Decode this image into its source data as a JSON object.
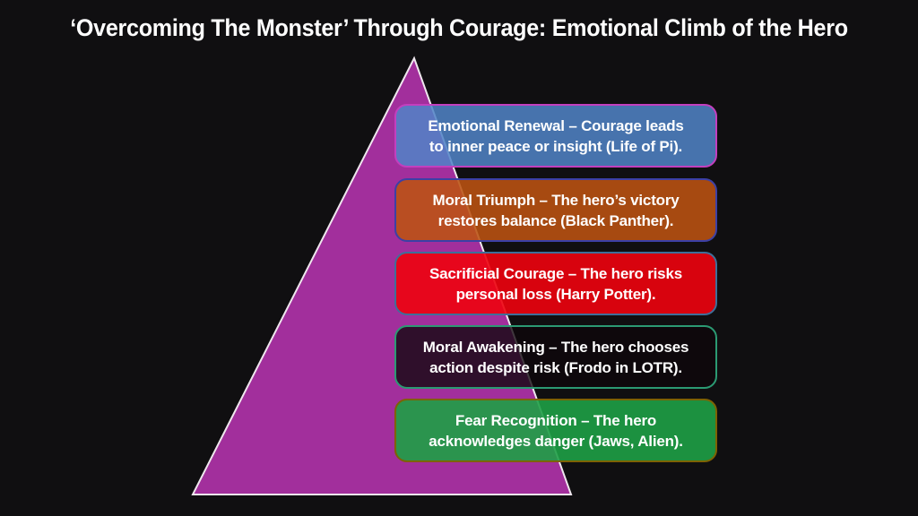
{
  "title": "‘Overcoming The Monster’ Through Courage: Emotional Climb of the Hero",
  "colors": {
    "background": "#100F11",
    "text": "#FFFFFF"
  },
  "pyramid": {
    "shape": "triangle",
    "fill": "#A22F9C",
    "stroke": "#EFE7EE",
    "stroke_width": 2
  },
  "stages": [
    {
      "name": "Emotional Renewal",
      "lines": [
        "Emotional Renewal – Courage leads",
        "to inner peace or insight (Life of Pi)."
      ],
      "fill": "rgba(80, 131, 199, 0.86)",
      "border": "#C33FBE"
    },
    {
      "name": "Moral Triumph",
      "lines": [
        "Moral Triumph – The hero’s victory",
        "restores balance (Black Panther)."
      ],
      "fill": "rgba(188, 83, 17, 0.88)",
      "border": "#3C40A6"
    },
    {
      "name": "Sacrificial Courage",
      "lines": [
        "Sacrificial Courage – The hero risks",
        "personal loss (Harry Potter)."
      ],
      "fill": "rgba(238, 2, 14, 0.90)",
      "border": "#3E6F99"
    },
    {
      "name": "Moral Awakening",
      "lines": [
        "Moral Awakening – The hero chooses",
        "action despite risk (Frodo in LOTR)."
      ],
      "fill": "rgba(14, 7, 12, 0.78)",
      "border": "#2B9A73"
    },
    {
      "name": "Fear Recognition",
      "lines": [
        "Fear Recognition – The hero",
        "acknowledges danger (Jaws, Alien)."
      ],
      "fill": "rgba(30, 160, 70, 0.90)",
      "border": "#7D6203"
    }
  ]
}
